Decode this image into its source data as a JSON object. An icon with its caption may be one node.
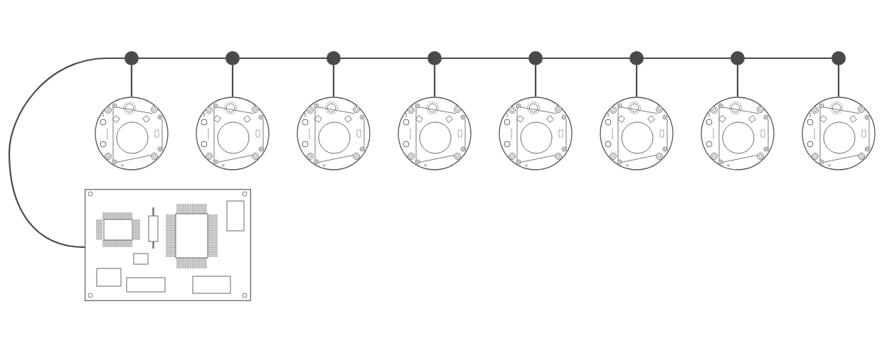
{
  "diagram": {
    "nodes": [
      {
        "text": [],
        "shape": "circle"
      },
      {
        "text": [],
        "shape": "circle"
      },
      {
        "text": [],
        "shape": "circle"
      },
      {
        "text": [],
        "shape": "circle"
      },
      {
        "text": [],
        "shape": "circle"
      },
      {
        "text": [],
        "shape": "circle"
      },
      {
        "text": [],
        "shape": "circle"
      },
      {
        "text": [],
        "shape": "circle"
      },
      {
        "text": [],
        "shape": "picture"
      },
      {
        "text": [],
        "shape": "picture"
      },
      {
        "text": [],
        "shape": "picture"
      },
      {
        "text": [],
        "shape": "picture"
      },
      {
        "text": [],
        "shape": "picture"
      },
      {
        "text": [],
        "shape": "picture"
      },
      {
        "text": [],
        "shape": "picture"
      },
      {
        "text": [],
        "shape": "picture"
      },
      {
        "text": [],
        "shape": "picture"
      }
    ],
    "edges": [
      {
        "from": 16,
        "to": 0,
        "arrow": "none"
      },
      {
        "from": 0,
        "to": 1,
        "arrow": "none"
      },
      {
        "from": 1,
        "to": 2,
        "arrow": "none"
      },
      {
        "from": 2,
        "to": 3,
        "arrow": "none"
      },
      {
        "from": 3,
        "to": 4,
        "arrow": "none"
      },
      {
        "from": 4,
        "to": 5,
        "arrow": "none"
      },
      {
        "from": 5,
        "to": 6,
        "arrow": "none"
      },
      {
        "from": 6,
        "to": 7,
        "arrow": "none"
      },
      {
        "from": 0,
        "to": 8,
        "arrow": "none"
      },
      {
        "from": 1,
        "to": 9,
        "arrow": "none"
      },
      {
        "from": 2,
        "to": 10,
        "arrow": "none"
      },
      {
        "from": 3,
        "to": 11,
        "arrow": "none"
      },
      {
        "from": 4,
        "to": 12,
        "arrow": "none"
      },
      {
        "from": 5,
        "to": 13,
        "arrow": "none"
      },
      {
        "from": 6,
        "to": 14,
        "arrow": "none"
      },
      {
        "from": 7,
        "to": 15,
        "arrow": "none"
      }
    ]
  }
}
